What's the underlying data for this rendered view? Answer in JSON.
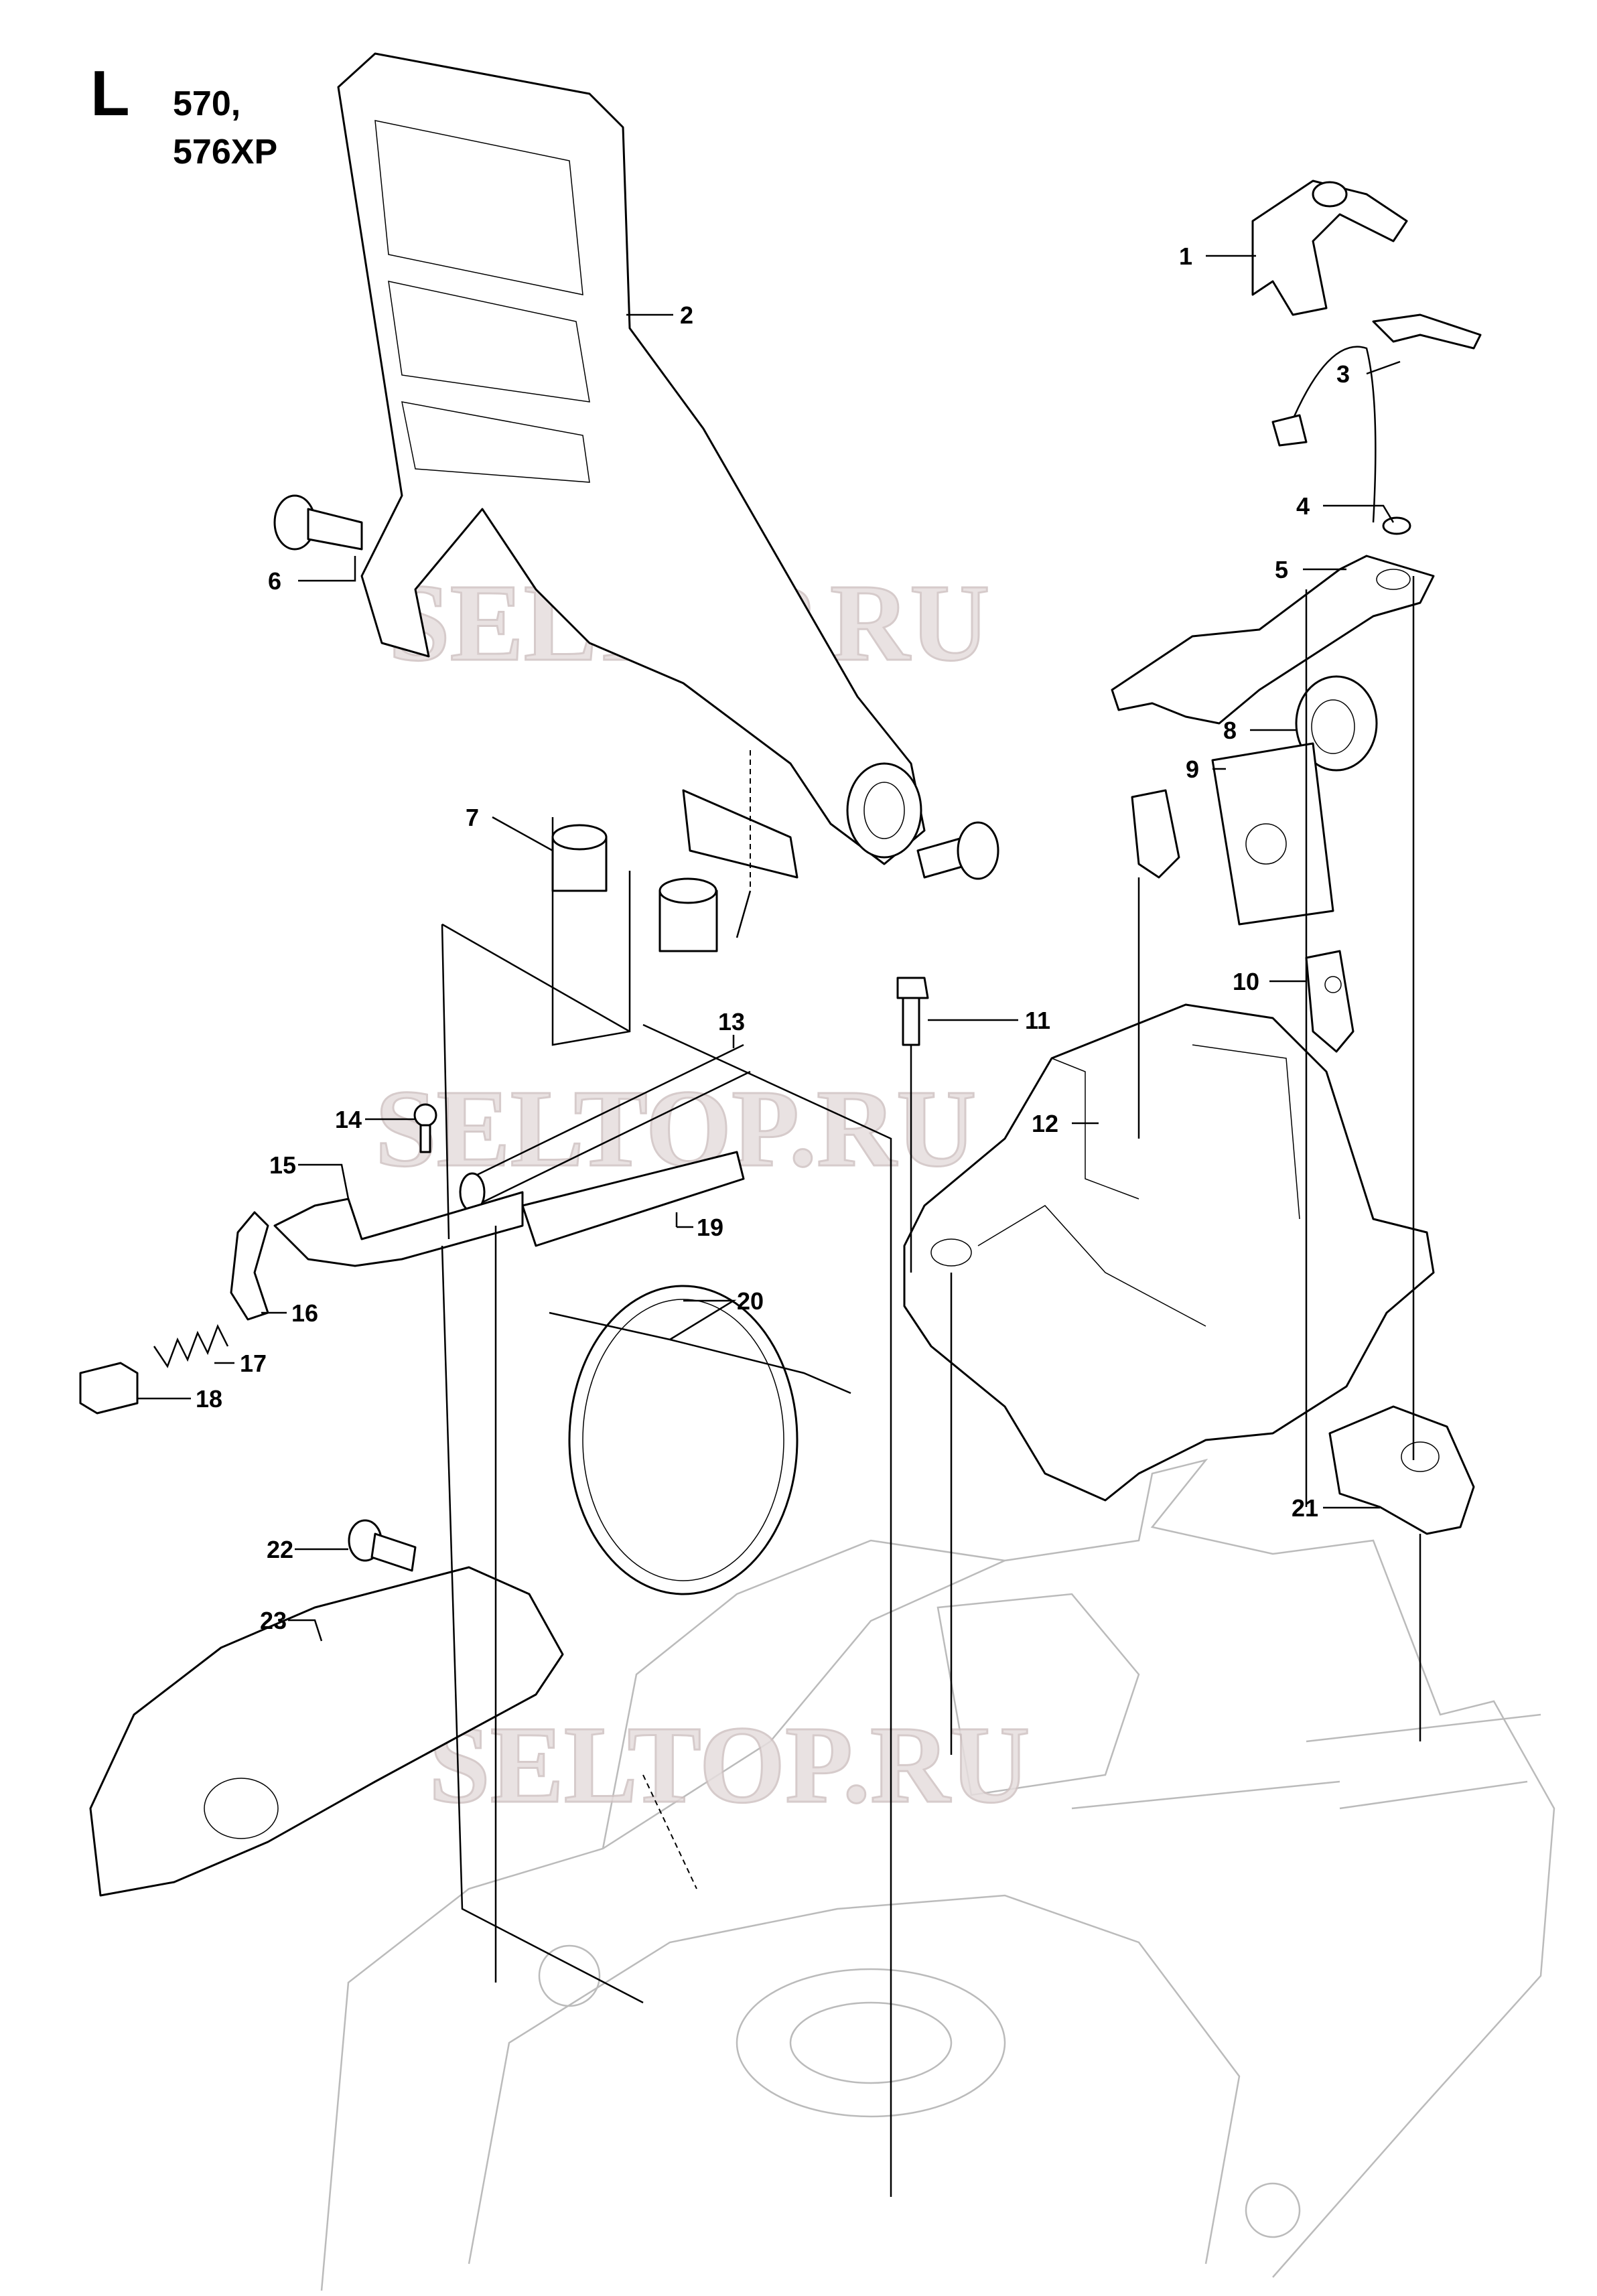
{
  "header": {
    "section": "L",
    "models": [
      "570,",
      "576XP"
    ]
  },
  "callouts": [
    "1",
    "2",
    "3",
    "4",
    "5",
    "6",
    "7",
    "8",
    "9",
    "10",
    "11",
    "12",
    "13",
    "14",
    "15",
    "16",
    "17",
    "18",
    "19",
    "20",
    "21",
    "22",
    "23"
  ],
  "watermarks": [
    "SELTOP.RU",
    "SELTOP.RU",
    "SELTOP.RU"
  ]
}
